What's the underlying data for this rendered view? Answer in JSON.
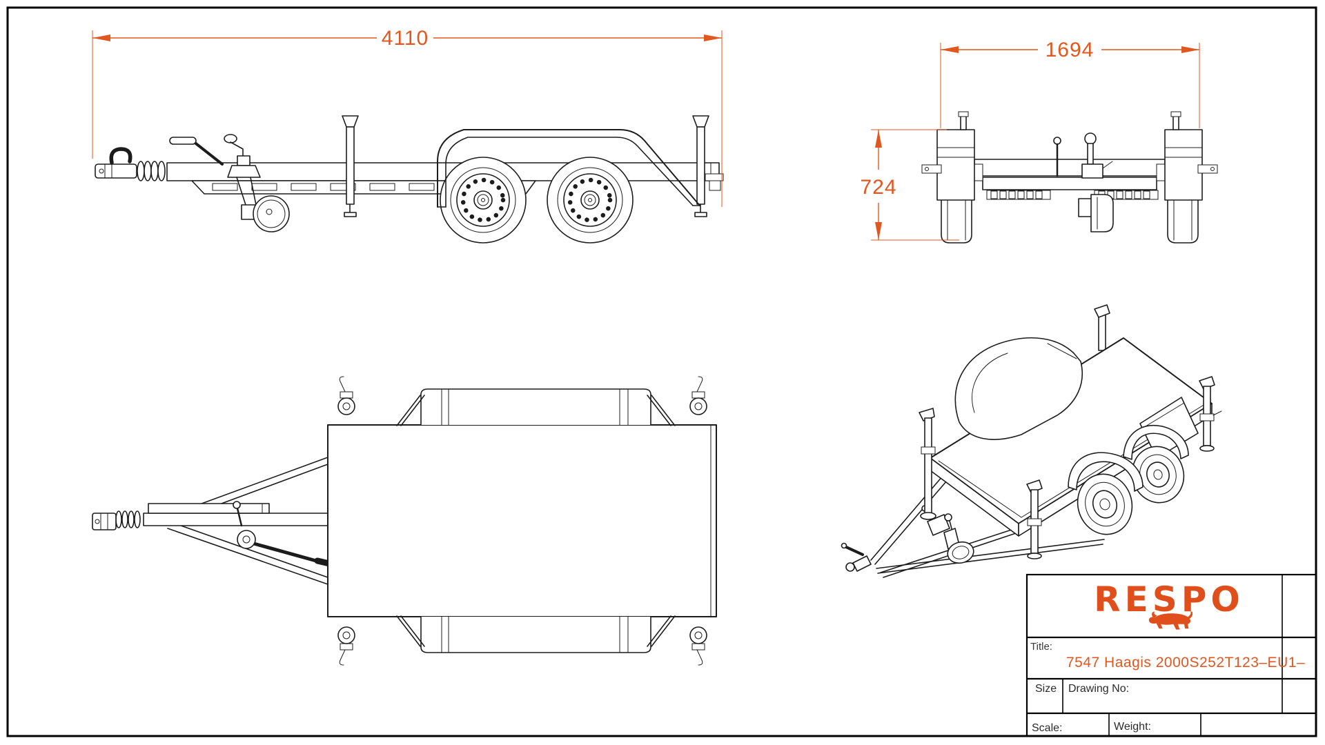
{
  "sheet": {
    "background": "#ffffff",
    "border_color": "#000000",
    "line_color": "#1c1c1c",
    "accent_color": "#e0571f"
  },
  "dimensions": {
    "length": "4110",
    "width": "1694",
    "height": "724"
  },
  "title_block": {
    "logo": {
      "text": "RESPO",
      "icon": "bull-icon",
      "color": "#e04f1b"
    },
    "title_label": "Title:",
    "title_value": "7547 Haagis 2000S252T123–EU1–",
    "size_label": "Size",
    "drawing_no_label": "Drawing No:",
    "scale_label": "Scale:",
    "weight_label": "Weight:"
  }
}
